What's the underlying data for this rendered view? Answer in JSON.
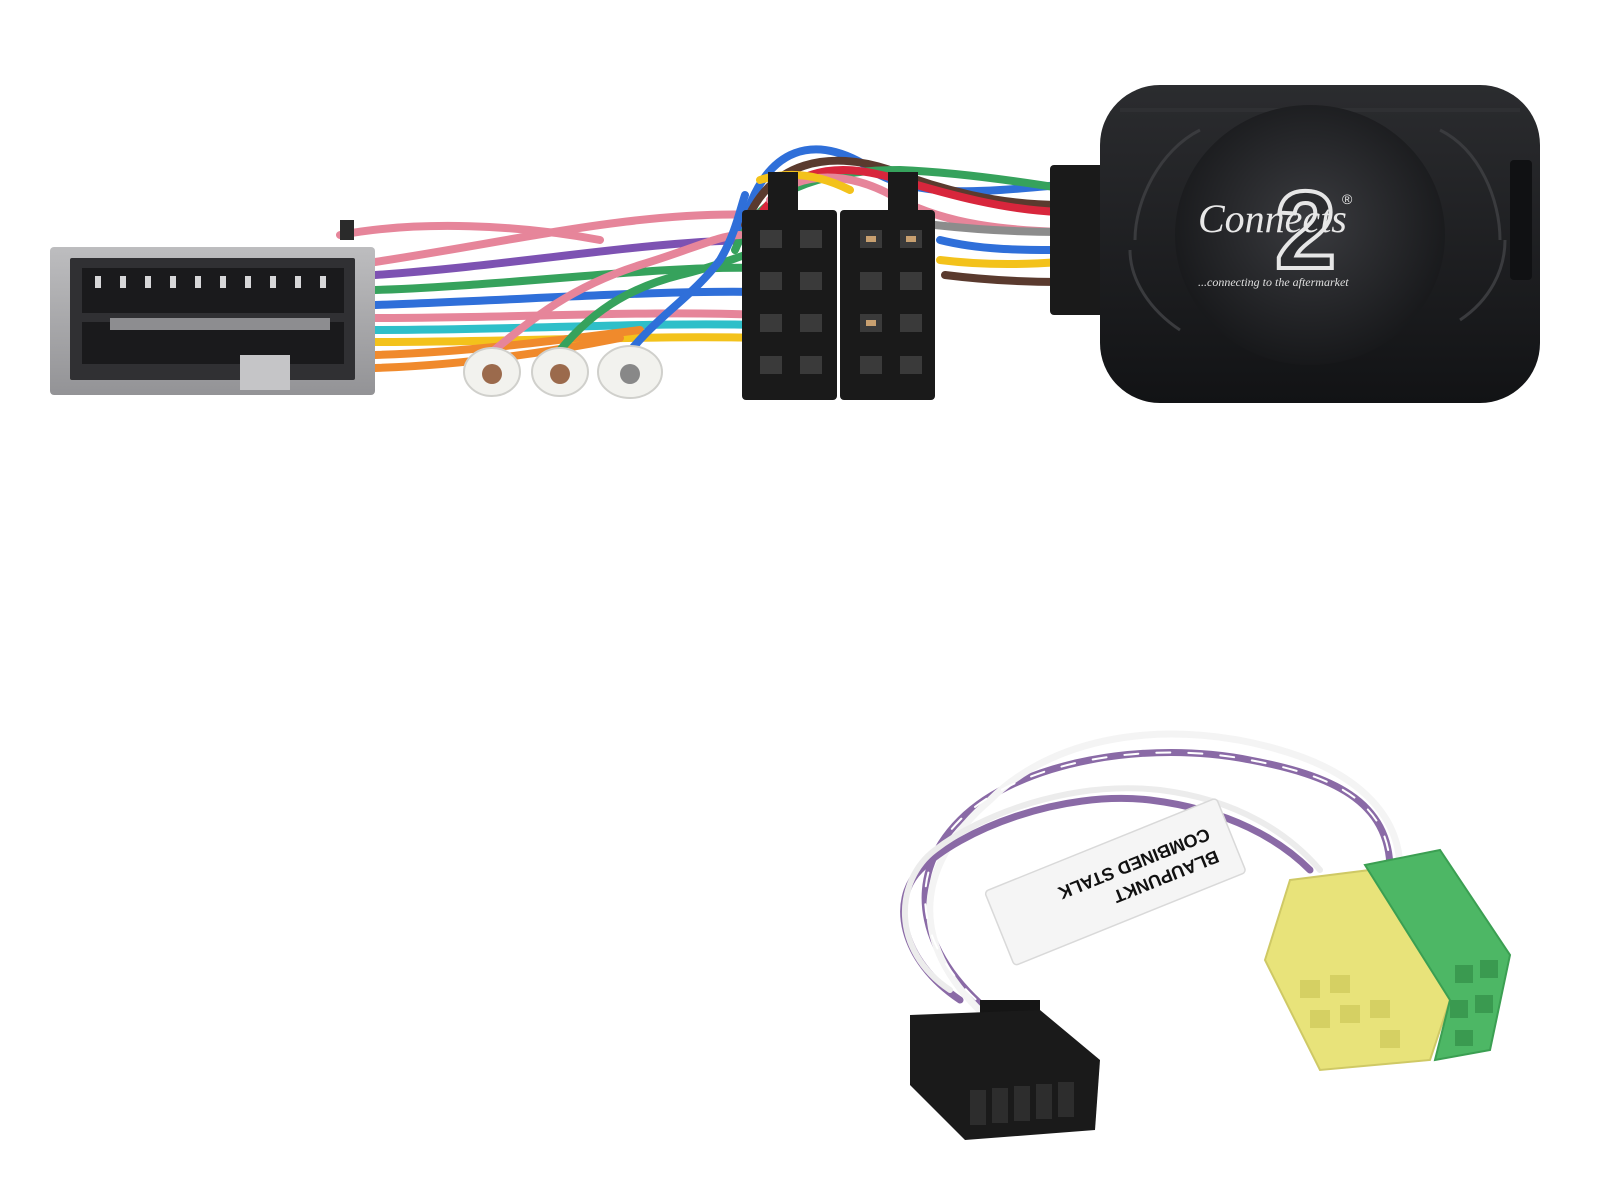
{
  "photo": {
    "logo": {
      "brand_name": "Connects",
      "numeral": "2",
      "registered_mark": "®",
      "tagline": "...connecting to the aftermarket"
    },
    "label_tag": {
      "line1": "BLAUPUNKT",
      "line2": "COMBINED STALK"
    },
    "colors": {
      "background": "#ffffff",
      "interface_box": "#1b1c1e",
      "harness_plug": "#a9a9ab",
      "iso_connector": "#1a1a1a",
      "mini_iso_yellow": "#e8e37a",
      "mini_iso_green": "#4db765",
      "purple_wire": "#8a6aa6"
    },
    "wire_colors": [
      "#e6859a",
      "#7d52b2",
      "#2f6fd9",
      "#36a25c",
      "#f3c21b",
      "#f08a2c",
      "#d8263c",
      "#5a3a2e",
      "#8c8c8c",
      "#2fbfc9"
    ]
  }
}
